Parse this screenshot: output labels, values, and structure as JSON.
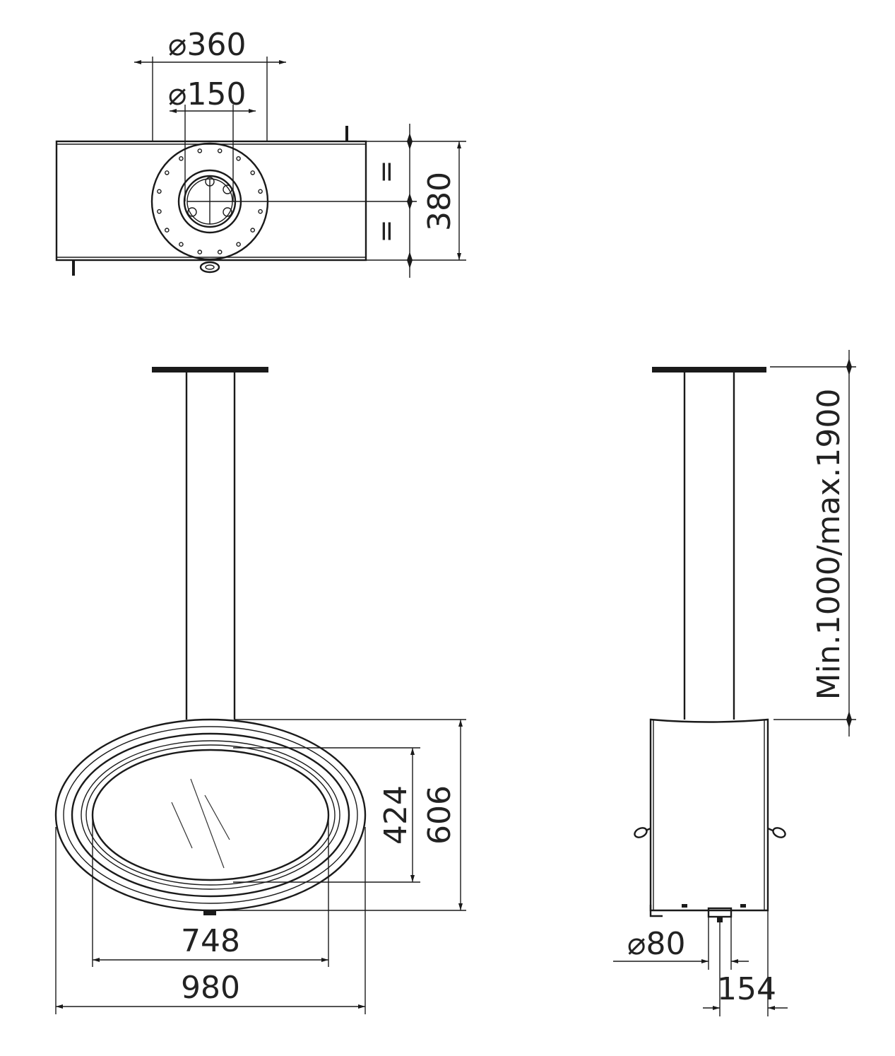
{
  "top_view": {
    "dim_outer_flue_diameter": "360",
    "dim_inner_flue_diameter": "150",
    "dim_depth": "380",
    "equal_mark_upper": "=",
    "equal_mark_lower": "="
  },
  "front_view": {
    "dim_glass_height": "424",
    "dim_body_height": "606",
    "dim_glass_width": "748",
    "dim_body_width": "980"
  },
  "side_view": {
    "dim_pipe_length": "Min.1000/max.1900",
    "dim_air_inlet_diameter": "80",
    "dim_air_inlet_offset": "154"
  },
  "symbols": {
    "diameter": "⌀"
  },
  "colors": {
    "line": "#1a1a1a",
    "text": "#222222",
    "background": "#ffffff"
  }
}
